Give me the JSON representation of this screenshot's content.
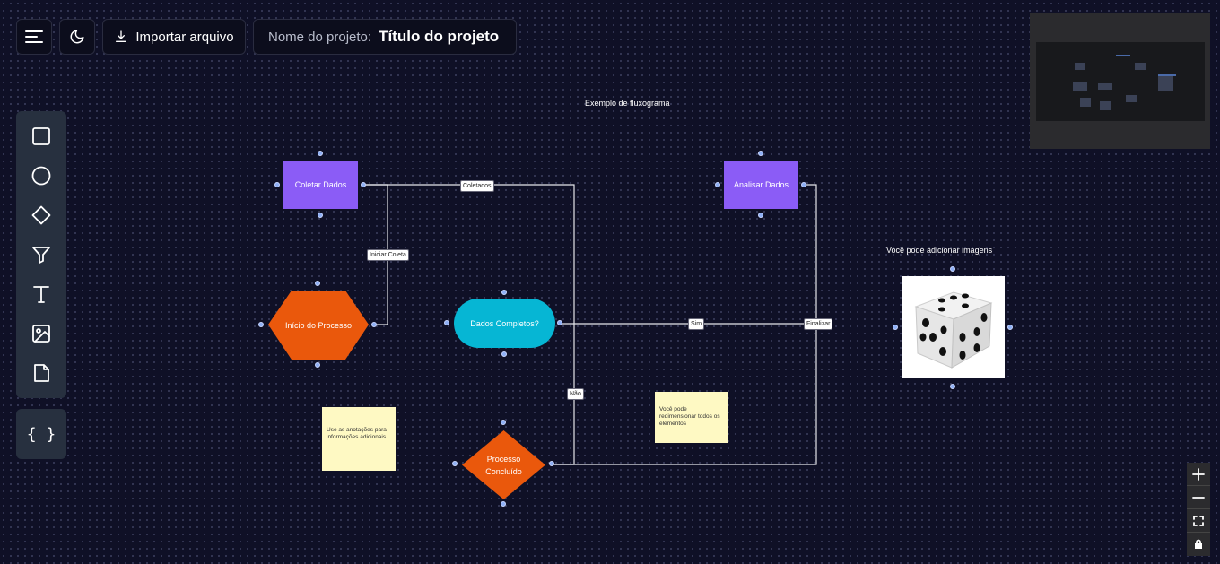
{
  "toolbar": {
    "import_label": "Importar arquivo",
    "project_label": "Nome do projeto:",
    "project_title": "Título do projeto"
  },
  "tools": [
    {
      "icon": "square-icon"
    },
    {
      "icon": "circle-icon"
    },
    {
      "icon": "diamond-icon"
    },
    {
      "icon": "filter-icon"
    },
    {
      "icon": "text-icon"
    },
    {
      "icon": "image-icon"
    },
    {
      "icon": "note-icon"
    }
  ],
  "code_panel": {
    "label": "{ }"
  },
  "canvas": {
    "title": "Exemplo de fluxograma",
    "image_caption": "Você pode adicionar imagens",
    "nodes": {
      "coletar": "Coletar Dados",
      "analisar": "Analisar Dados",
      "inicio": "Início do Processo",
      "dados_completos": "Dados Completos?",
      "concluido_line1": "Processo",
      "concluido_line2": "Concluído"
    },
    "notes": {
      "note1": "Use as anotações para informações adicionais",
      "note2": "Você pode redimensionar todos os elementos"
    },
    "edges": {
      "coletados": "Coletados",
      "iniciar_coleta": "Iniciar Coleta",
      "sim": "Sim",
      "nao": "Não",
      "finalizar": "Finalizar"
    }
  },
  "colors": {
    "rect": "#8b5cf6",
    "round": "#06b6d4",
    "diamond": "#ea580c",
    "note": "#fef9c3"
  }
}
